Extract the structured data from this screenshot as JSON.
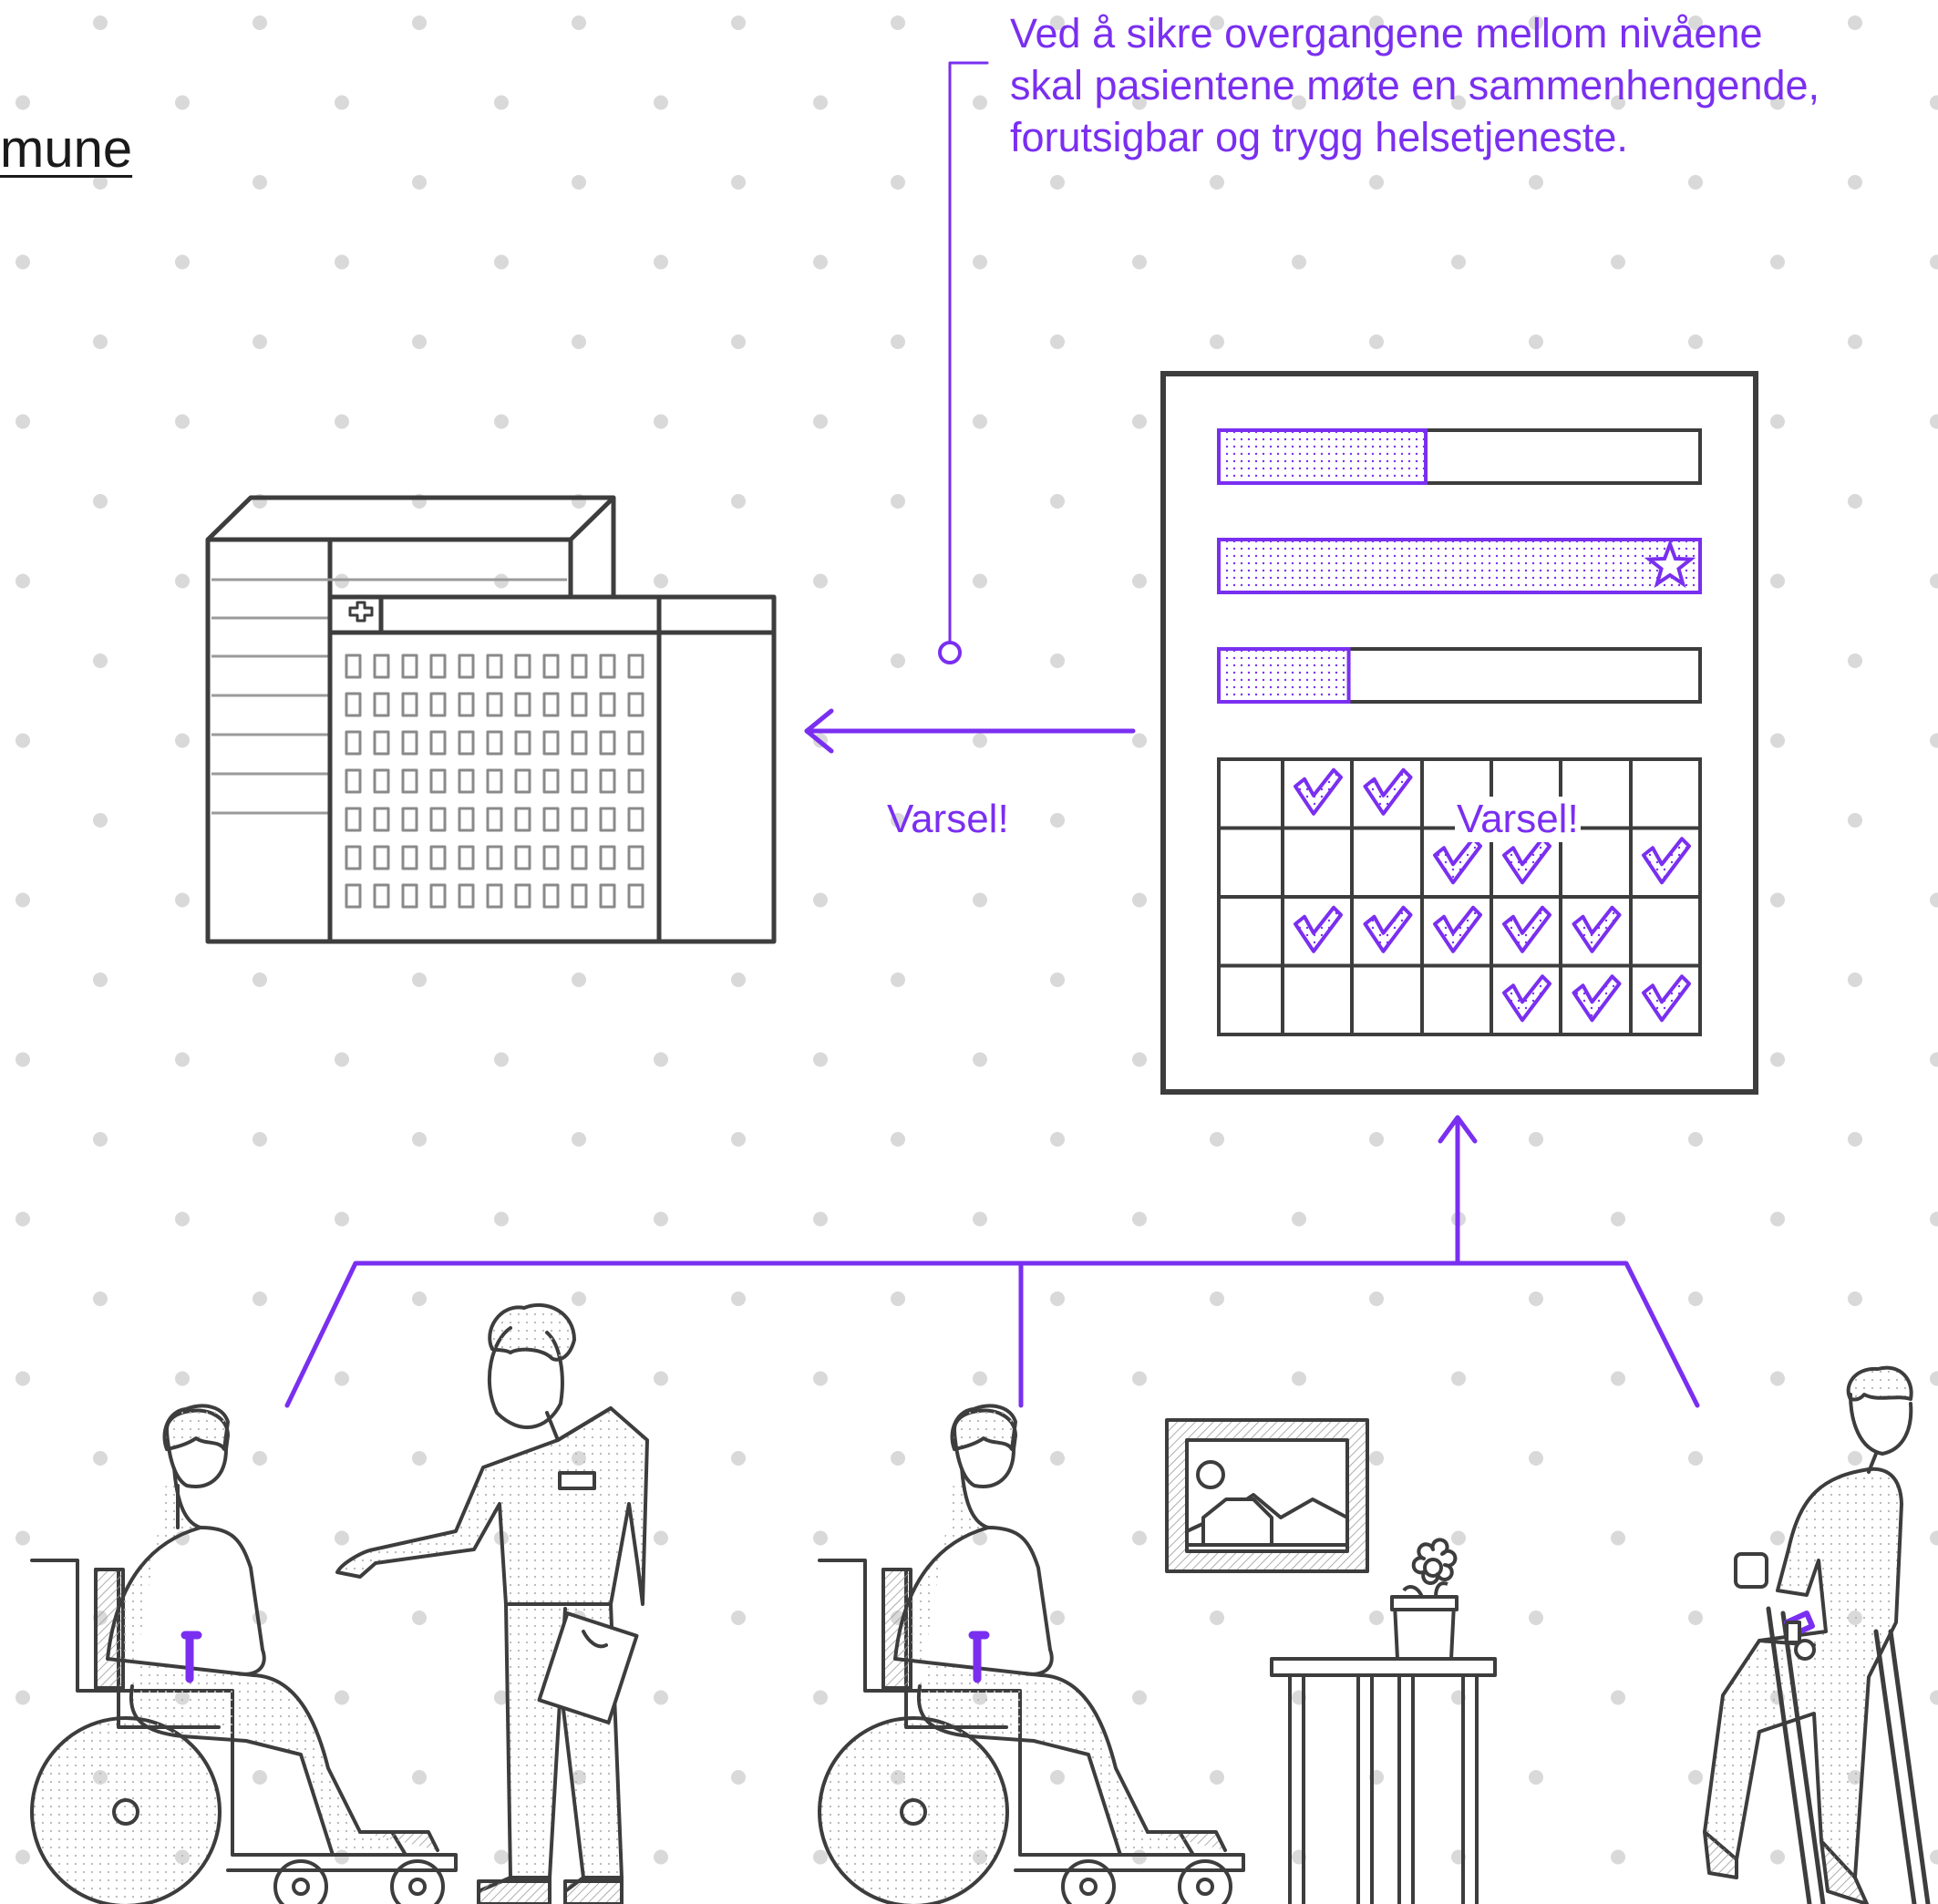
{
  "caption": {
    "lines": [
      "Ved å sikre overgangene mellom nivåene",
      "skal pasientene møte en sammenhengende,",
      "forutsigbar og trygg helsetjeneste."
    ]
  },
  "link_fragment": "mune",
  "alerts": {
    "left": "Varsel!",
    "right": "Varsel!"
  },
  "dashboard": {
    "progress_bars": [
      0.43,
      1.0,
      0.27
    ],
    "checkmarks": [
      [
        0,
        1,
        1,
        0,
        0,
        0,
        0
      ],
      [
        0,
        0,
        0,
        1,
        1,
        0,
        1
      ],
      [
        0,
        1,
        1,
        1,
        1,
        1,
        0
      ],
      [
        0,
        0,
        0,
        0,
        1,
        1,
        1
      ]
    ]
  },
  "colors": {
    "accent": "#7a2ff0",
    "outline": "#3d3d3d",
    "dot": "#d9d9d9",
    "grey_line": "#9a9a9a"
  }
}
